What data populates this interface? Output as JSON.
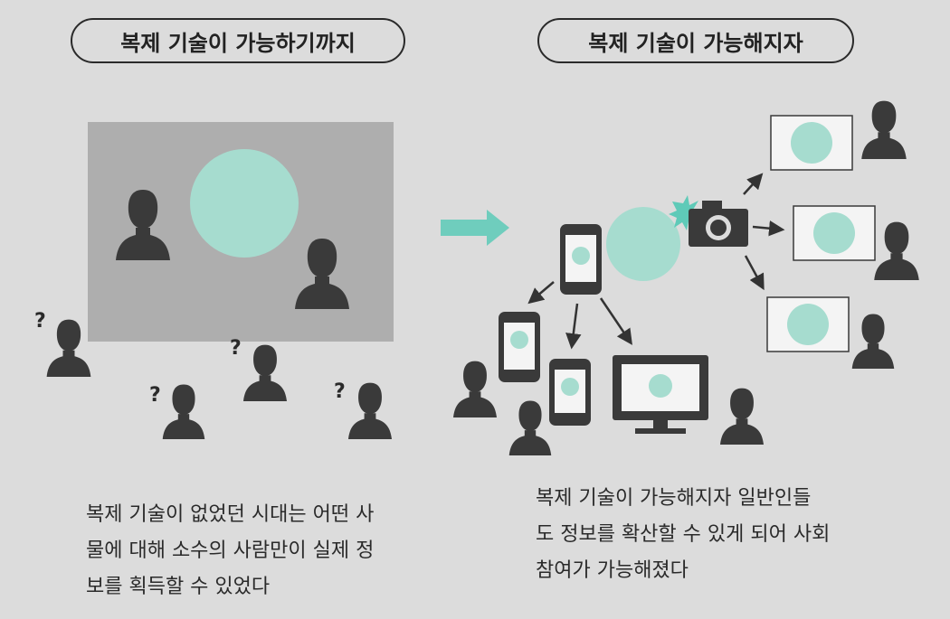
{
  "left_panel": {
    "title": "복제 기술이 가능하기까지",
    "caption_lines": [
      "복제 기술이 없었던 시대는 어떤 사",
      "물에 대해 소수의 사람만이 실제 정",
      "보를 획득할 수 있었다"
    ],
    "question_mark": "?"
  },
  "right_panel": {
    "title": "복제 기술이 가능해지자",
    "caption_lines": [
      "복제 기술이 가능해지자 일반인들",
      "도 정보를 확산할 수 있게 되어 사회",
      "참여가 가능해졌다"
    ]
  },
  "colors": {
    "background": "#dcdcdc",
    "gray_box": "#aeaeae",
    "mint": "#a6dccf",
    "teal_arrow": "#6fcdbd",
    "figure": "#3a3a3a",
    "flash": "#5fcab8"
  }
}
